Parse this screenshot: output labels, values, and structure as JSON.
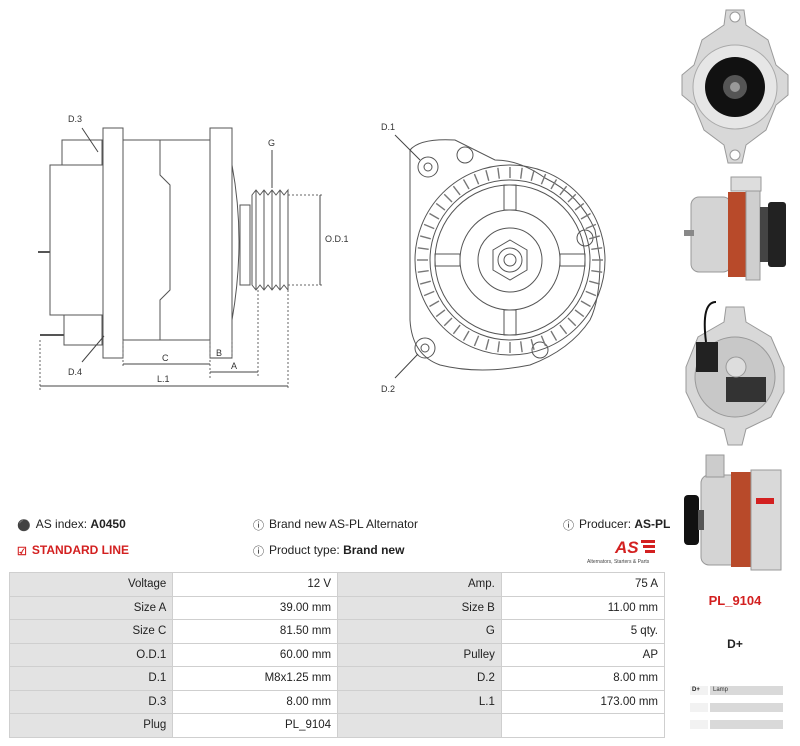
{
  "drawing": {
    "labels": {
      "d3": "D.3",
      "d4": "D.4",
      "g": "G",
      "od1": "O.D.1",
      "c": "C",
      "b": "B",
      "a": "A",
      "l1": "L.1",
      "d1": "D.1",
      "d2": "D.2"
    }
  },
  "info": {
    "as_index_label": "AS index:",
    "as_index_value": "A0450",
    "standard_line": "STANDARD LINE",
    "description": "Brand new AS-PL Alternator",
    "product_type_label": "Product type:",
    "product_type_value": "Brand new",
    "producer_label": "Producer:",
    "producer_value": "AS-PL"
  },
  "logo": {
    "mark": "AS",
    "tagline": "Alternators, Starters & Parts"
  },
  "spec_table": {
    "rows": [
      [
        "Voltage",
        "12 V",
        "Amp.",
        "75 A"
      ],
      [
        "Size A",
        "39.00 mm",
        "Size B",
        "11.00 mm"
      ],
      [
        "Size C",
        "81.50 mm",
        "G",
        "5 qty."
      ],
      [
        "O.D.1",
        "60.00 mm",
        "Pulley",
        "AP"
      ],
      [
        "D.1",
        "M8x1.25 mm",
        "D.2",
        "8.00 mm"
      ],
      [
        "D.3",
        "8.00 mm",
        "L.1",
        "173.00 mm"
      ],
      [
        "Plug",
        "PL_9104",
        "",
        ""
      ]
    ]
  },
  "plug": {
    "code": "PL_9104",
    "terminal": "D+",
    "pins": [
      {
        "key": "D+",
        "value": "Lamp"
      },
      {
        "key": "",
        "value": ""
      },
      {
        "key": "",
        "value": ""
      }
    ]
  },
  "colors": {
    "accent_red": "#d32020",
    "label_cell": "#e3e3e3",
    "border": "#cfcfcf"
  }
}
